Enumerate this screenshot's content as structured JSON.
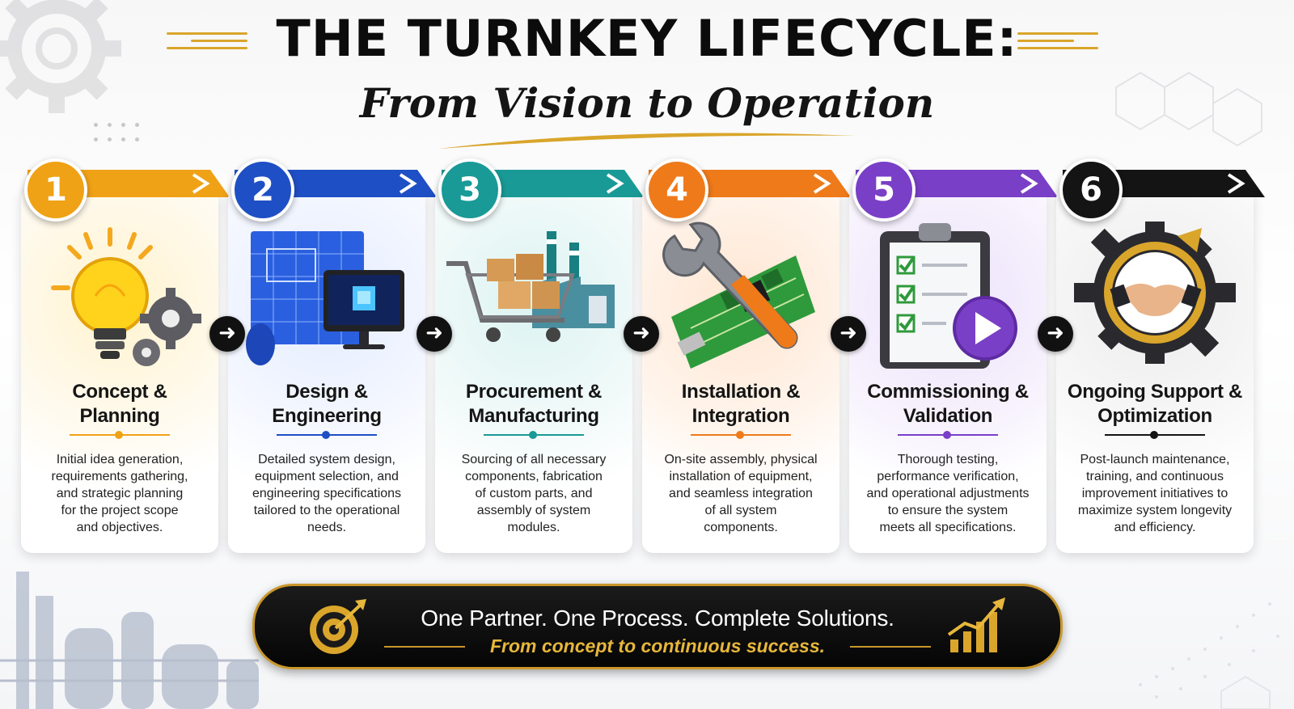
{
  "header": {
    "title": "THE TURNKEY LIFECYCLE:",
    "subtitle": "From Vision to Operation"
  },
  "flow_arrow_glyph": "➜",
  "stages": [
    {
      "number": "1",
      "name_line1": "Concept &",
      "name_line2": "Planning",
      "desc": [
        "Initial idea generation,",
        "requirements gathering,",
        "and strategic planning",
        "for the project scope",
        "and objectives."
      ],
      "color": "#f0a216",
      "illustration": "lightbulb-gears-icon"
    },
    {
      "number": "2",
      "name_line1": "Design &",
      "name_line2": "Engineering",
      "desc": [
        "Detailed system design,",
        "equipment selection, and",
        "engineering specifications",
        "tailored to the operational",
        "needs."
      ],
      "color": "#1f4fc4",
      "illustration": "blueprint-monitor-icon"
    },
    {
      "number": "3",
      "name_line1": "Procurement &",
      "name_line2": "Manufacturing",
      "desc": [
        "Sourcing of all necessary",
        "components, fabrication",
        "of custom parts, and",
        "assembly of system",
        "modules."
      ],
      "color": "#1a9a96",
      "illustration": "cart-factory-icon"
    },
    {
      "number": "4",
      "name_line1": "Installation &",
      "name_line2": "Integration",
      "desc": [
        "On-site assembly, physical",
        "installation of equipment,",
        "and seamless integration",
        "of all system",
        "components."
      ],
      "color": "#ef7a1a",
      "illustration": "wrench-circuit-board-icon"
    },
    {
      "number": "5",
      "name_line1": "Commissioning &",
      "name_line2": "Validation",
      "desc": [
        "Thorough testing,",
        "performance verification,",
        "and operational adjustments",
        "to ensure the system",
        "meets all specifications."
      ],
      "color": "#7a3fc7",
      "illustration": "clipboard-checklist-play-icon"
    },
    {
      "number": "6",
      "name_line1": "Ongoing Support &",
      "name_line2": "Optimization",
      "desc": [
        "Post-launch maintenance,",
        "training, and continuous",
        "improvement initiatives to",
        "maximize system longevity",
        "and efficiency."
      ],
      "color": "#141414",
      "illustration": "gear-handshake-icon"
    }
  ],
  "banner": {
    "tagline": "One Partner.  One Process.  Complete Solutions.",
    "subline": "From concept to continuous success.",
    "left_icon": "target-arrow-icon",
    "right_icon": "growth-chart-icon",
    "accent": "#c9962a"
  }
}
